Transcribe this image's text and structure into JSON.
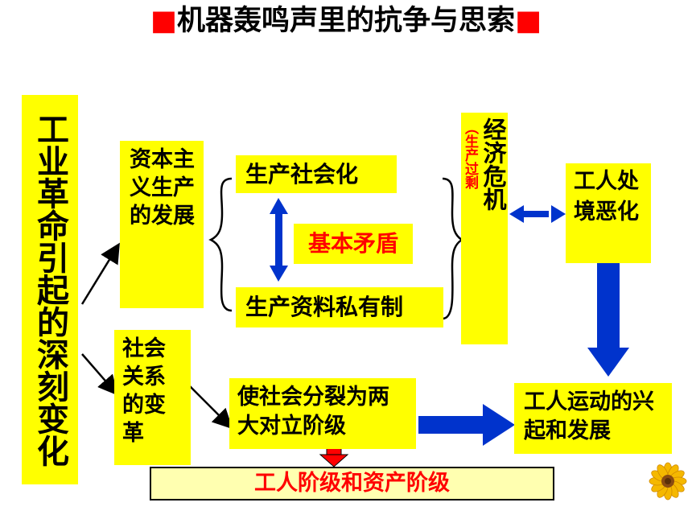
{
  "title": "机器轰鸣声里的抗争与思索",
  "title_markers": "■",
  "nodes": {
    "industrial_revolution": "工业革命引起的深刻变化",
    "capitalism_development": "资本主义生产的发展",
    "production_socialization": "生产社会化",
    "basic_contradiction": "基本矛盾",
    "private_ownership": "生产资料私有制",
    "economic_crisis": "经济危机",
    "overproduction_note": "（生产过剩",
    "workers_worsen": "工人处境恶化",
    "social_relation_change": "社会关系的变革",
    "two_classes_split": "使社会分裂为两大对立阶级",
    "workers_movement": "工人运动的兴起和发展",
    "classes": "工人阶级和资产阶级"
  },
  "colors": {
    "box": "#ffff00",
    "arrow_blue": "#0033cc",
    "accent_red": "#ff0000",
    "bottom_box": "#ffffb0"
  }
}
